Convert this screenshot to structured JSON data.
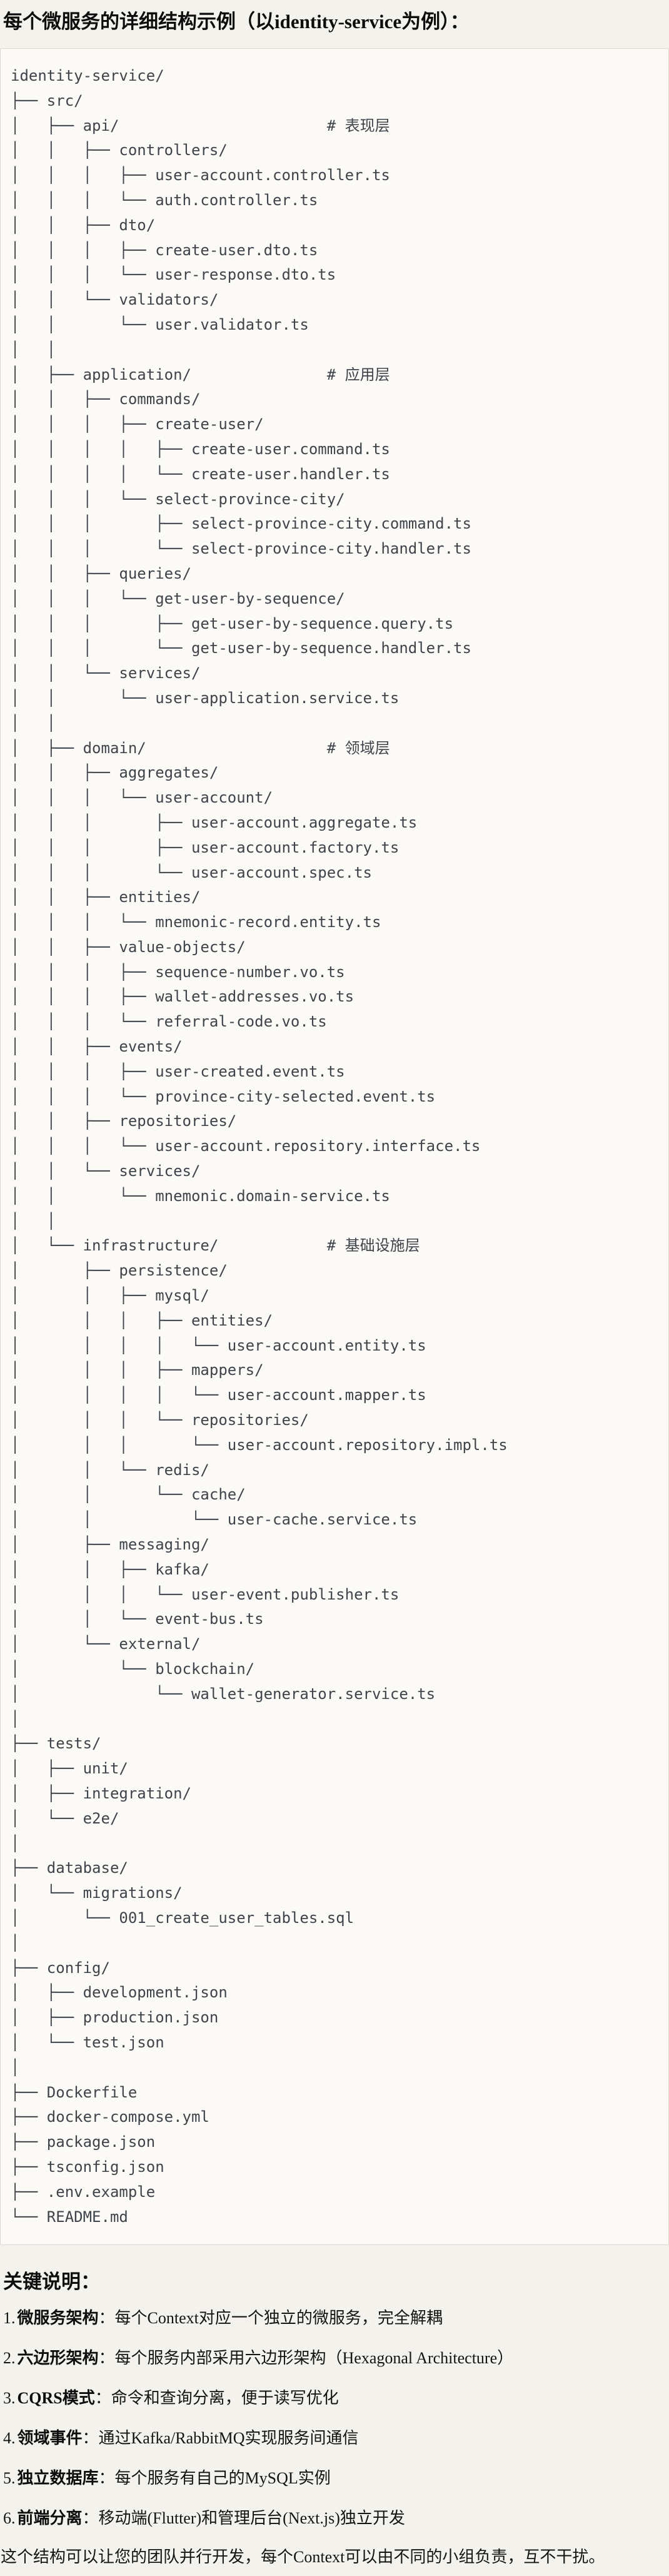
{
  "page": {
    "title": "每个微服务的详细结构示例（以identity-service为例）："
  },
  "code_block": {
    "tree_lines": [
      "identity-service/",
      "├── src/",
      "│   ├── api/                       # 表现层",
      "│   │   ├── controllers/",
      "│   │   │   ├── user-account.controller.ts",
      "│   │   │   └── auth.controller.ts",
      "│   │   ├── dto/",
      "│   │   │   ├── create-user.dto.ts",
      "│   │   │   └── user-response.dto.ts",
      "│   │   └── validators/",
      "│   │       └── user.validator.ts",
      "│   │",
      "│   ├── application/               # 应用层",
      "│   │   ├── commands/",
      "│   │   │   ├── create-user/",
      "│   │   │   │   ├── create-user.command.ts",
      "│   │   │   │   └── create-user.handler.ts",
      "│   │   │   └── select-province-city/",
      "│   │   │       ├── select-province-city.command.ts",
      "│   │   │       └── select-province-city.handler.ts",
      "│   │   ├── queries/",
      "│   │   │   └── get-user-by-sequence/",
      "│   │   │       ├── get-user-by-sequence.query.ts",
      "│   │   │       └── get-user-by-sequence.handler.ts",
      "│   │   └── services/",
      "│   │       └── user-application.service.ts",
      "│   │",
      "│   ├── domain/                    # 领域层",
      "│   │   ├── aggregates/",
      "│   │   │   └── user-account/",
      "│   │   │       ├── user-account.aggregate.ts",
      "│   │   │       ├── user-account.factory.ts",
      "│   │   │       └── user-account.spec.ts",
      "│   │   ├── entities/",
      "│   │   │   └── mnemonic-record.entity.ts",
      "│   │   ├── value-objects/",
      "│   │   │   ├── sequence-number.vo.ts",
      "│   │   │   ├── wallet-addresses.vo.ts",
      "│   │   │   └── referral-code.vo.ts",
      "│   │   ├── events/",
      "│   │   │   ├── user-created.event.ts",
      "│   │   │   └── province-city-selected.event.ts",
      "│   │   ├── repositories/",
      "│   │   │   └── user-account.repository.interface.ts",
      "│   │   └── services/",
      "│   │       └── mnemonic.domain-service.ts",
      "│   │",
      "│   └── infrastructure/            # 基础设施层",
      "│       ├── persistence/",
      "│       │   ├── mysql/",
      "│       │   │   ├── entities/",
      "│       │   │   │   └── user-account.entity.ts",
      "│       │   │   ├── mappers/",
      "│       │   │   │   └── user-account.mapper.ts",
      "│       │   │   └── repositories/",
      "│       │   │       └── user-account.repository.impl.ts",
      "│       │   └── redis/",
      "│       │       └── cache/",
      "│       │           └── user-cache.service.ts",
      "│       ├── messaging/",
      "│       │   ├── kafka/",
      "│       │   │   └── user-event.publisher.ts",
      "│       │   └── event-bus.ts",
      "│       └── external/",
      "│           └── blockchain/",
      "│               └── wallet-generator.service.ts",
      "│",
      "├── tests/",
      "│   ├── unit/",
      "│   ├── integration/",
      "│   └── e2e/",
      "│",
      "├── database/",
      "│   └── migrations/",
      "│       └── 001_create_user_tables.sql",
      "│",
      "├── config/",
      "│   ├── development.json",
      "│   ├── production.json",
      "│   └── test.json",
      "│",
      "├── Dockerfile",
      "├── docker-compose.yml",
      "├── package.json",
      "├── tsconfig.json",
      "├── .env.example",
      "└── README.md"
    ]
  },
  "notes": {
    "heading": "关键说明：",
    "items": [
      {
        "num": "1.",
        "label": "微服务架构",
        "desc": "：每个Context对应一个独立的微服务，完全解耦"
      },
      {
        "num": "2.",
        "label": "六边形架构",
        "desc": "：每个服务内部采用六边形架构（Hexagonal Architecture）"
      },
      {
        "num": "3.",
        "label": "CQRS模式",
        "desc": "：命令和查询分离，便于读写优化"
      },
      {
        "num": "4.",
        "label": "领域事件",
        "desc": "：通过Kafka/RabbitMQ实现服务间通信"
      },
      {
        "num": "5.",
        "label": "独立数据库",
        "desc": "：每个服务有自己的MySQL实例"
      },
      {
        "num": "6.",
        "label": "前端分离",
        "desc": "：移动端(Flutter)和管理后台(Next.js)独立开发"
      }
    ],
    "footer": "这个结构可以让您的团队并行开发，每个Context可以由不同的小组负责，互不干扰。"
  },
  "colors": {
    "page_background": "#f4f2ec",
    "code_background": "#fbfaf7",
    "code_border": "#dcd8cf",
    "code_text": "#3e4449",
    "body_text": "#141414",
    "heading_text": "#0d0d0d"
  }
}
